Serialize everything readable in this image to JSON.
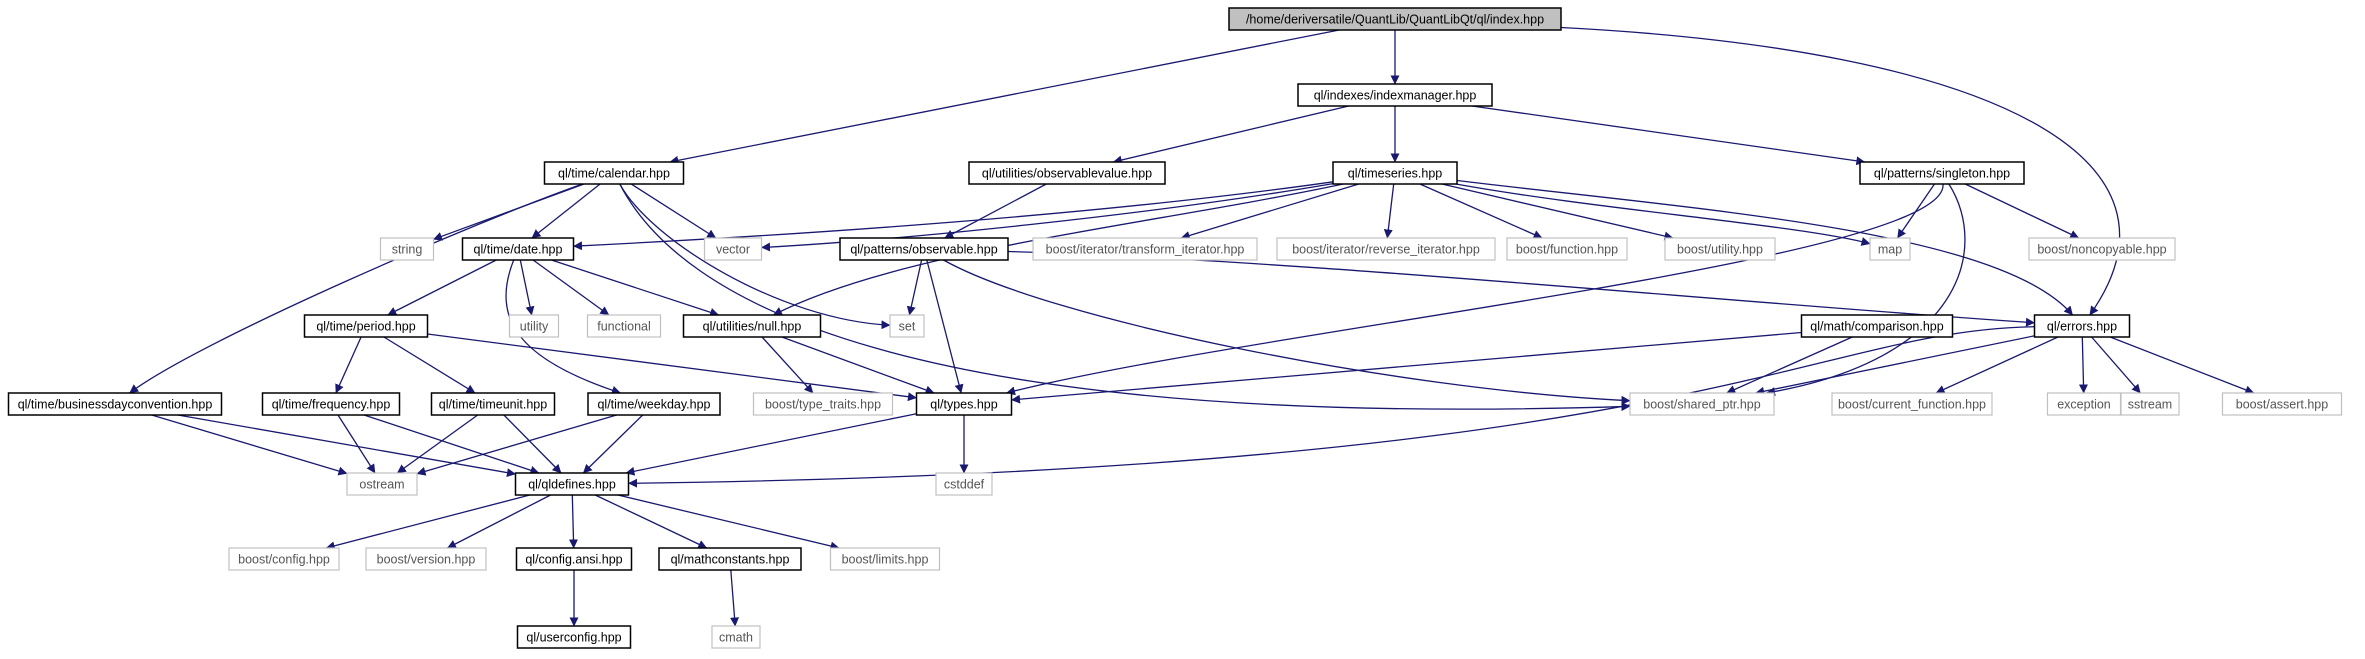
{
  "graph": {
    "colors": {
      "edge": "#191970",
      "root_fill": "#c0c0c0",
      "node_border": "#000000",
      "external_border": "#c0c0c0",
      "background": "#ffffff"
    },
    "nodes": [
      {
        "id": "index",
        "label": "/home/deriversatile/QuantLib/QuantLibQt/ql/index.hpp",
        "kind": "root"
      },
      {
        "id": "indexmanager",
        "label": "ql/indexes/indexmanager.hpp",
        "kind": "header"
      },
      {
        "id": "calendar",
        "label": "ql/time/calendar.hpp",
        "kind": "header"
      },
      {
        "id": "observablevalue",
        "label": "ql/utilities/observablevalue.hpp",
        "kind": "header"
      },
      {
        "id": "timeseries",
        "label": "ql/timeseries.hpp",
        "kind": "header"
      },
      {
        "id": "singleton",
        "label": "ql/patterns/singleton.hpp",
        "kind": "header"
      },
      {
        "id": "string",
        "label": "string",
        "kind": "external"
      },
      {
        "id": "date",
        "label": "ql/time/date.hpp",
        "kind": "header"
      },
      {
        "id": "vector",
        "label": "vector",
        "kind": "external"
      },
      {
        "id": "observable",
        "label": "ql/patterns/observable.hpp",
        "kind": "header"
      },
      {
        "id": "transform_iterator",
        "label": "boost/iterator/transform_iterator.hpp",
        "kind": "external"
      },
      {
        "id": "reverse_iterator",
        "label": "boost/iterator/reverse_iterator.hpp",
        "kind": "external"
      },
      {
        "id": "function",
        "label": "boost/function.hpp",
        "kind": "external"
      },
      {
        "id": "utility_hpp",
        "label": "boost/utility.hpp",
        "kind": "external"
      },
      {
        "id": "map",
        "label": "map",
        "kind": "external"
      },
      {
        "id": "noncopyable",
        "label": "boost/noncopyable.hpp",
        "kind": "external"
      },
      {
        "id": "period",
        "label": "ql/time/period.hpp",
        "kind": "header"
      },
      {
        "id": "utility",
        "label": "utility",
        "kind": "external"
      },
      {
        "id": "functional",
        "label": "functional",
        "kind": "external"
      },
      {
        "id": "null",
        "label": "ql/utilities/null.hpp",
        "kind": "header"
      },
      {
        "id": "set",
        "label": "set",
        "kind": "external"
      },
      {
        "id": "comparison",
        "label": "ql/math/comparison.hpp",
        "kind": "header"
      },
      {
        "id": "errors",
        "label": "ql/errors.hpp",
        "kind": "header"
      },
      {
        "id": "bdc",
        "label": "ql/time/businessdayconvention.hpp",
        "kind": "header"
      },
      {
        "id": "frequency",
        "label": "ql/time/frequency.hpp",
        "kind": "header"
      },
      {
        "id": "timeunit",
        "label": "ql/time/timeunit.hpp",
        "kind": "header"
      },
      {
        "id": "weekday",
        "label": "ql/time/weekday.hpp",
        "kind": "header"
      },
      {
        "id": "type_traits",
        "label": "boost/type_traits.hpp",
        "kind": "external"
      },
      {
        "id": "types",
        "label": "ql/types.hpp",
        "kind": "header"
      },
      {
        "id": "shared_ptr",
        "label": "boost/shared_ptr.hpp",
        "kind": "external"
      },
      {
        "id": "current_function",
        "label": "boost/current_function.hpp",
        "kind": "external"
      },
      {
        "id": "exception",
        "label": "exception",
        "kind": "external"
      },
      {
        "id": "sstream",
        "label": "sstream",
        "kind": "external"
      },
      {
        "id": "assert",
        "label": "boost/assert.hpp",
        "kind": "external"
      },
      {
        "id": "ostream",
        "label": "ostream",
        "kind": "external"
      },
      {
        "id": "qldefines",
        "label": "ql/qldefines.hpp",
        "kind": "header"
      },
      {
        "id": "cstddef",
        "label": "cstddef",
        "kind": "external"
      },
      {
        "id": "config",
        "label": "boost/config.hpp",
        "kind": "external"
      },
      {
        "id": "version",
        "label": "boost/version.hpp",
        "kind": "external"
      },
      {
        "id": "configansi",
        "label": "ql/config.ansi.hpp",
        "kind": "header"
      },
      {
        "id": "mathconstants",
        "label": "ql/mathconstants.hpp",
        "kind": "header"
      },
      {
        "id": "limits",
        "label": "boost/limits.hpp",
        "kind": "external"
      },
      {
        "id": "userconfig",
        "label": "ql/userconfig.hpp",
        "kind": "header"
      },
      {
        "id": "cmath",
        "label": "cmath",
        "kind": "external"
      }
    ],
    "edges": [
      [
        "index",
        "indexmanager"
      ],
      [
        "index",
        "calendar"
      ],
      [
        "index",
        "errors"
      ],
      [
        "indexmanager",
        "observablevalue"
      ],
      [
        "indexmanager",
        "timeseries"
      ],
      [
        "indexmanager",
        "singleton"
      ],
      [
        "calendar",
        "string"
      ],
      [
        "calendar",
        "date"
      ],
      [
        "calendar",
        "vector"
      ],
      [
        "calendar",
        "set"
      ],
      [
        "calendar",
        "bdc"
      ],
      [
        "calendar",
        "shared_ptr"
      ],
      [
        "observablevalue",
        "observable"
      ],
      [
        "timeseries",
        "date"
      ],
      [
        "timeseries",
        "vector"
      ],
      [
        "timeseries",
        "null"
      ],
      [
        "timeseries",
        "transform_iterator"
      ],
      [
        "timeseries",
        "reverse_iterator"
      ],
      [
        "timeseries",
        "function"
      ],
      [
        "timeseries",
        "utility_hpp"
      ],
      [
        "timeseries",
        "map"
      ],
      [
        "timeseries",
        "errors"
      ],
      [
        "singleton",
        "map"
      ],
      [
        "singleton",
        "noncopyable"
      ],
      [
        "singleton",
        "shared_ptr"
      ],
      [
        "singleton",
        "types"
      ],
      [
        "date",
        "period"
      ],
      [
        "date",
        "utility"
      ],
      [
        "date",
        "functional"
      ],
      [
        "date",
        "null"
      ],
      [
        "date",
        "weekday"
      ],
      [
        "observable",
        "set"
      ],
      [
        "observable",
        "types"
      ],
      [
        "observable",
        "shared_ptr"
      ],
      [
        "observable",
        "errors"
      ],
      [
        "period",
        "frequency"
      ],
      [
        "period",
        "timeunit"
      ],
      [
        "period",
        "types"
      ],
      [
        "null",
        "type_traits"
      ],
      [
        "null",
        "types"
      ],
      [
        "comparison",
        "types"
      ],
      [
        "comparison",
        "shared_ptr"
      ],
      [
        "errors",
        "shared_ptr"
      ],
      [
        "errors",
        "current_function"
      ],
      [
        "errors",
        "exception"
      ],
      [
        "errors",
        "sstream"
      ],
      [
        "errors",
        "assert"
      ],
      [
        "errors",
        "qldefines"
      ],
      [
        "bdc",
        "ostream"
      ],
      [
        "bdc",
        "qldefines"
      ],
      [
        "frequency",
        "ostream"
      ],
      [
        "frequency",
        "qldefines"
      ],
      [
        "timeunit",
        "ostream"
      ],
      [
        "timeunit",
        "qldefines"
      ],
      [
        "weekday",
        "ostream"
      ],
      [
        "weekday",
        "qldefines"
      ],
      [
        "types",
        "qldefines"
      ],
      [
        "types",
        "cstddef"
      ],
      [
        "qldefines",
        "config"
      ],
      [
        "qldefines",
        "version"
      ],
      [
        "qldefines",
        "configansi"
      ],
      [
        "qldefines",
        "mathconstants"
      ],
      [
        "qldefines",
        "limits"
      ],
      [
        "configansi",
        "userconfig"
      ],
      [
        "mathconstants",
        "cmath"
      ]
    ]
  }
}
